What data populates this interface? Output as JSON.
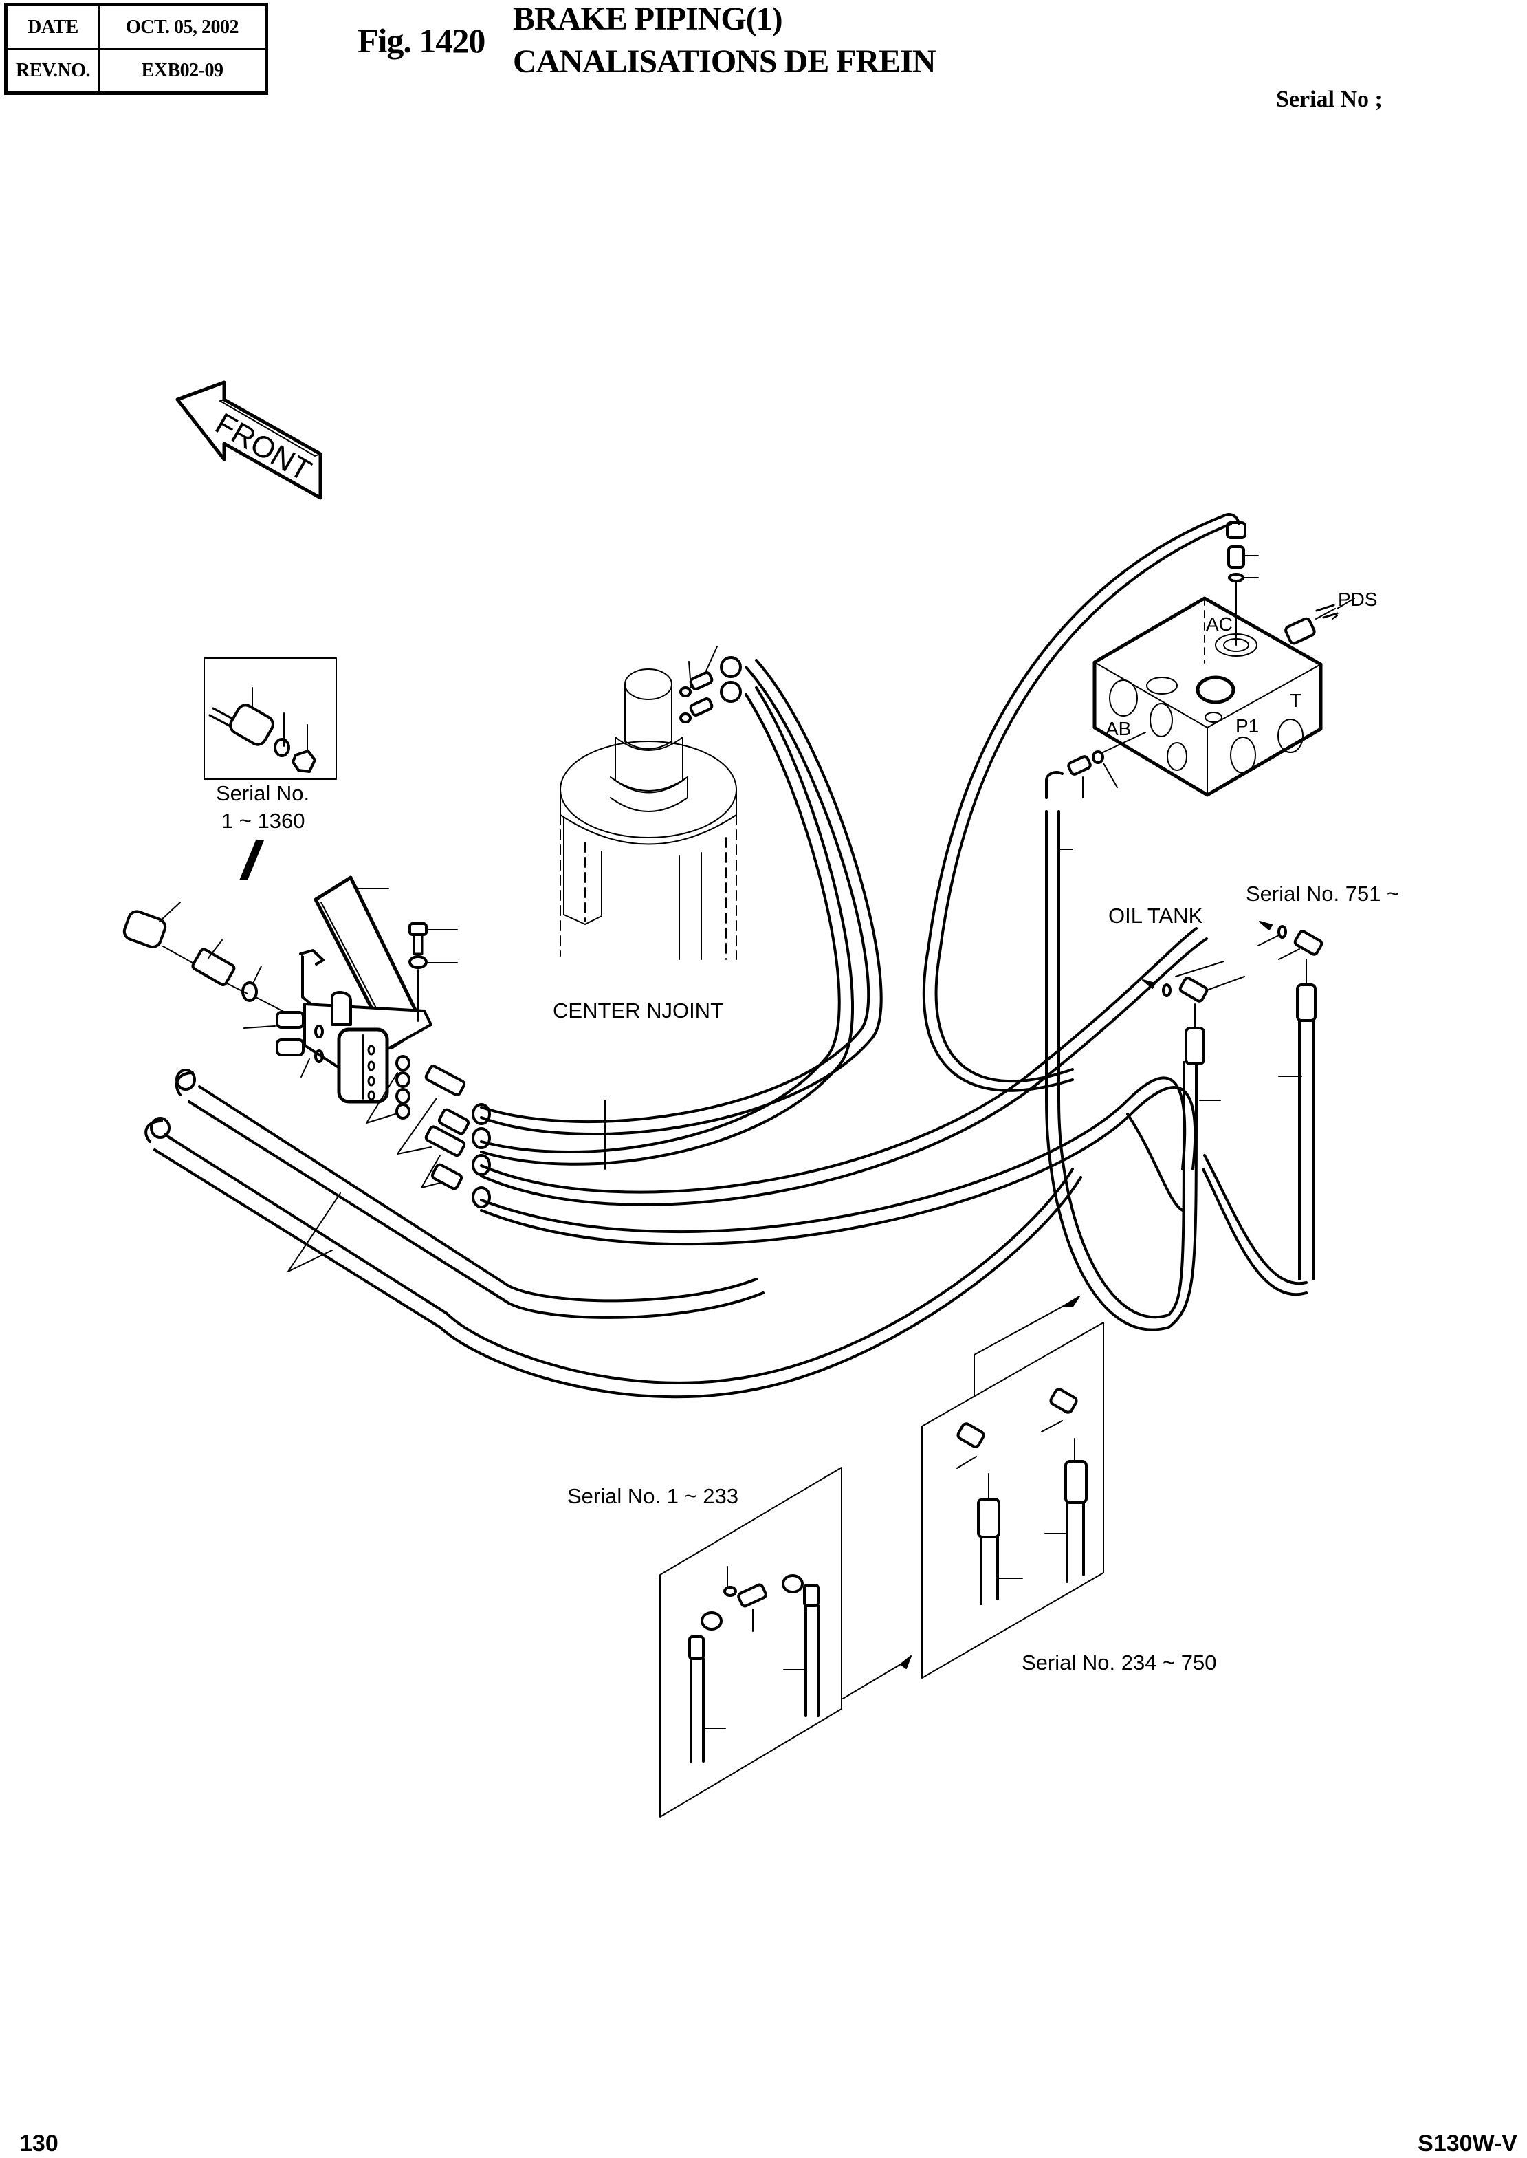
{
  "header": {
    "date_label": "DATE",
    "date_value": "OCT. 05, 2002",
    "rev_label": "REV.NO.",
    "rev_value": "EXB02-09",
    "figure_number": "Fig. 1420",
    "title_en": "BRAKE PIPING(1)",
    "title_fr": "CANALISATIONS DE FREIN",
    "serial_label": "Serial No ;"
  },
  "drawing": {
    "front_arrow_text": "FRONT",
    "labels": {
      "serial_1_1360_line1": "Serial No.",
      "serial_1_1360_line2": "1 ~ 1360",
      "center_joint": "CENTER NJOINT",
      "oil_tank": "OIL TANK",
      "serial_751": "Serial No. 751 ~",
      "serial_1_233": "Serial No. 1 ~ 233",
      "serial_234_750": "Serial No. 234 ~ 750",
      "port_pds": "PDS",
      "port_ac": "AC",
      "port_ab": "AB",
      "port_p1": "P1",
      "port_t": "T"
    }
  },
  "footer": {
    "page_number": "130",
    "model": "S130W-V"
  }
}
